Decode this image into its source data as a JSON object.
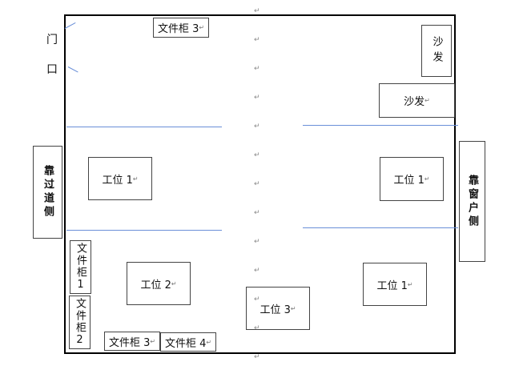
{
  "mark": "↵",
  "door": {
    "char1": "门",
    "char2": "口"
  },
  "cabinets": {
    "top": "文件柜 3",
    "c1": "文件柜1",
    "c2": "文件柜2",
    "bottom3": "文件柜 3",
    "bottom4": "文件柜 4"
  },
  "sofa": {
    "vertical": "沙发",
    "horizontal": "沙发"
  },
  "workstations": {
    "left_top": "工位 1",
    "right_top": "工位 1",
    "left_bottom": "工位 2",
    "center_bottom": "工位 3",
    "right_bottom": "工位 1"
  },
  "sides": {
    "aisle": "靠过道侧",
    "window": "靠窗户侧"
  },
  "colors": {
    "partition": "#6a8fd8",
    "wall": "#000000"
  }
}
